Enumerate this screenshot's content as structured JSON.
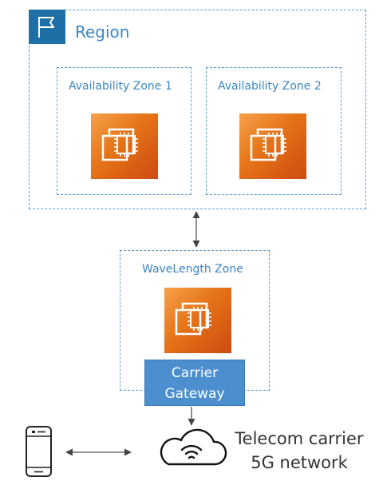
{
  "region": {
    "label": "Region",
    "icon": "flag-icon"
  },
  "zones": [
    {
      "label": "Availability Zone 1",
      "icon": "ec2-instance-icon"
    },
    {
      "label": "Availability Zone 2",
      "icon": "ec2-instance-icon"
    }
  ],
  "wavelength": {
    "label": "WaveLength Zone",
    "icon": "ec2-instance-icon"
  },
  "carrier_gateway": {
    "line1": "Carrier",
    "line2": "Gateway"
  },
  "telecom": {
    "line1": "Telecom carrier",
    "line2": "5G network",
    "icon": "cloud-wifi-icon"
  },
  "device": {
    "icon": "mobile-phone-icon"
  },
  "colors": {
    "zone_border": "#5b9bd5",
    "label": "#3b86c4",
    "ec2_orange": "#e47318",
    "gateway": "#4b8fcf",
    "flag": "#1f6fa7"
  }
}
